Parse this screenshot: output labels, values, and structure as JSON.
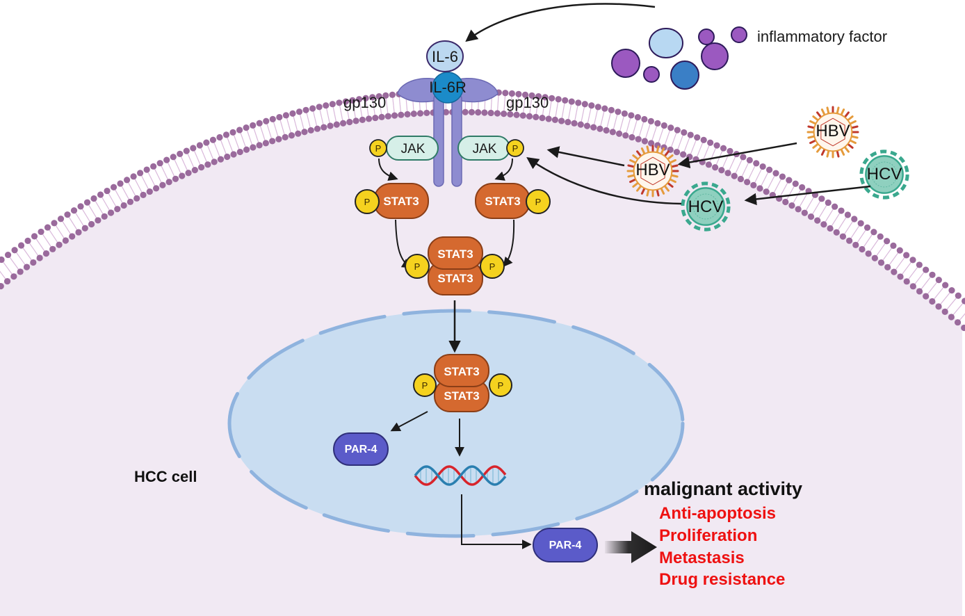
{
  "diagram": {
    "title": "IL-6/JAK/STAT3 signaling in HCC cell",
    "colors": {
      "cytoplasm": "#f1e9f3",
      "membrane_head": "#9a6a9c",
      "membrane_tail": "#d9b8da",
      "nucleus": "#c9ddf1",
      "nuclear_envelope": "#8fb3de",
      "stat3": "#d5692f",
      "phosphate": "#f5d21f",
      "jak": "#d6efe8",
      "receptor": "#8e8cd0",
      "il6": "#bcd8f0",
      "il6r": "#1b8bc9",
      "par4": "#5b5bc9",
      "inflammatory_purple": "#9b59c0",
      "inflammatory_light": "#b8d8f2",
      "inflammatory_blue": "#3a7fc6",
      "hbv": "#e59b3c",
      "hcv": "#3aa88e",
      "outcome_red": "#ee1111"
    },
    "labels": {
      "il6": "IL-6",
      "il6r": "IL-6R",
      "gp130_left": "gp130",
      "gp130_right": "gp130",
      "jak_left": "JAK",
      "jak_right": "JAK",
      "phosphate": "P",
      "stat3": "STAT3",
      "par4_nucleus": "PAR-4",
      "par4_cytoplasm": "PAR-4",
      "inflammatory_factor": "inflammatory factor",
      "hbv_outside": "HBV",
      "hbv_inside": "HBV",
      "hcv_outside": "HCV",
      "hcv_inside": "HCV",
      "cell_label": "HCC cell",
      "outcome_title": "malignant activity",
      "outcomes": [
        "Anti-apoptosis",
        "Proliferation",
        "Metastasis",
        "Drug resistance"
      ]
    }
  }
}
